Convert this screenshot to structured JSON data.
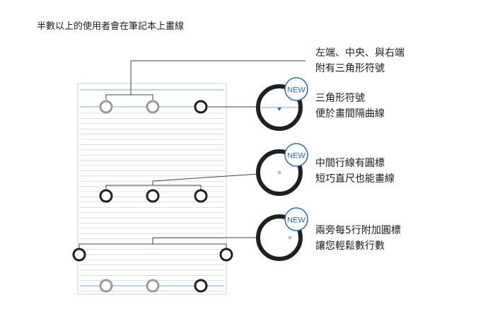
{
  "headline": "半數以上的使用者會在筆記本上畫線",
  "callouts": [
    {
      "badge": "NEW",
      "lines": [
        "三角形符號",
        "便於畫間隔曲線"
      ]
    },
    {
      "badge": "NEW",
      "lines": [
        "中間行線有圓標",
        "短巧直尺也能畫線"
      ]
    },
    {
      "badge": "NEW",
      "lines": [
        "兩旁每5行附加圓標",
        "讓您輕鬆數行數"
      ]
    }
  ],
  "top_note": {
    "lines": [
      "左端、中央、與右端",
      "附有三角形符號"
    ]
  },
  "colors": {
    "line": "#444444",
    "ring_dark": "#231f20",
    "ring_gray": "#9a9a9a",
    "paper_rule": "#c8c8c8",
    "accent_rule": "#4a90c9",
    "badge_blue": "#2a6ea6"
  }
}
